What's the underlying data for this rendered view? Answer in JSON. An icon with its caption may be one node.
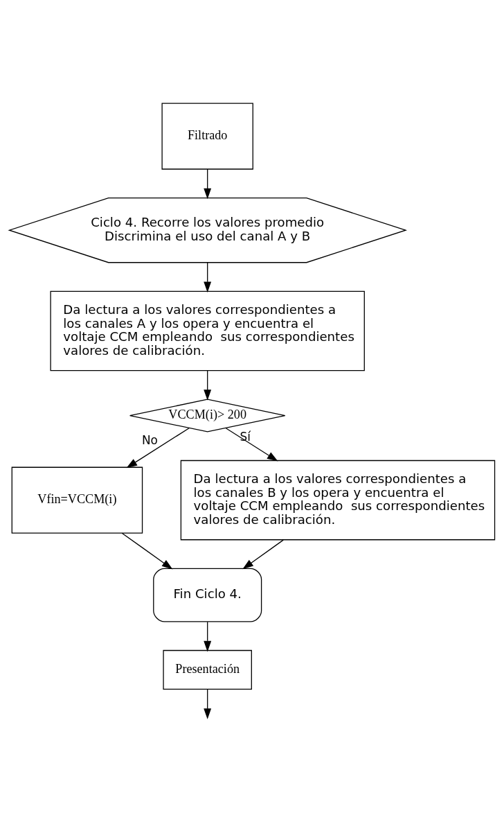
{
  "diagram": {
    "nodes": [
      {
        "text": [
          "Filtrado"
        ]
      },
      {
        "text": [
          "Ciclo 4. Recorre los valores promedio",
          "Discrimina el uso del canal A y B"
        ]
      },
      {
        "text": [
          "Da lectura a los valores correspondientes a los canales A y los opera y encuentra el voltaje CCM empleando  sus correspondientes valores de calibración."
        ]
      },
      {
        "text": [
          "VCCM(i)> 200"
        ]
      },
      {
        "text": [
          "Vfin=VCCM(i)"
        ]
      },
      {
        "text": [
          "Da lectura a los valores correspondientes a los canales B y los opera y encuentra el voltaje CCM empleando  sus correspondientes valores de calibración."
        ]
      },
      {
        "text": [
          "Fin Ciclo 4."
        ]
      },
      {
        "text": [
          "Presentación"
        ]
      }
    ],
    "edges": [
      {
        "from": 0,
        "to": 1,
        "arrow": "to"
      },
      {
        "from": 1,
        "to": 2,
        "arrow": "to"
      },
      {
        "from": 2,
        "to": 3,
        "arrow": "to"
      },
      {
        "from": 3,
        "to": 4,
        "arrow": "to",
        "label": "No"
      },
      {
        "from": 3,
        "to": 5,
        "arrow": "to",
        "label": "Sí"
      },
      {
        "from": 4,
        "to": 6,
        "arrow": "to"
      },
      {
        "from": 5,
        "to": 6,
        "arrow": "to"
      },
      {
        "from": 6,
        "to": 7,
        "arrow": "to"
      },
      {
        "from": 7,
        "to": null,
        "arrow": "to"
      }
    ]
  }
}
